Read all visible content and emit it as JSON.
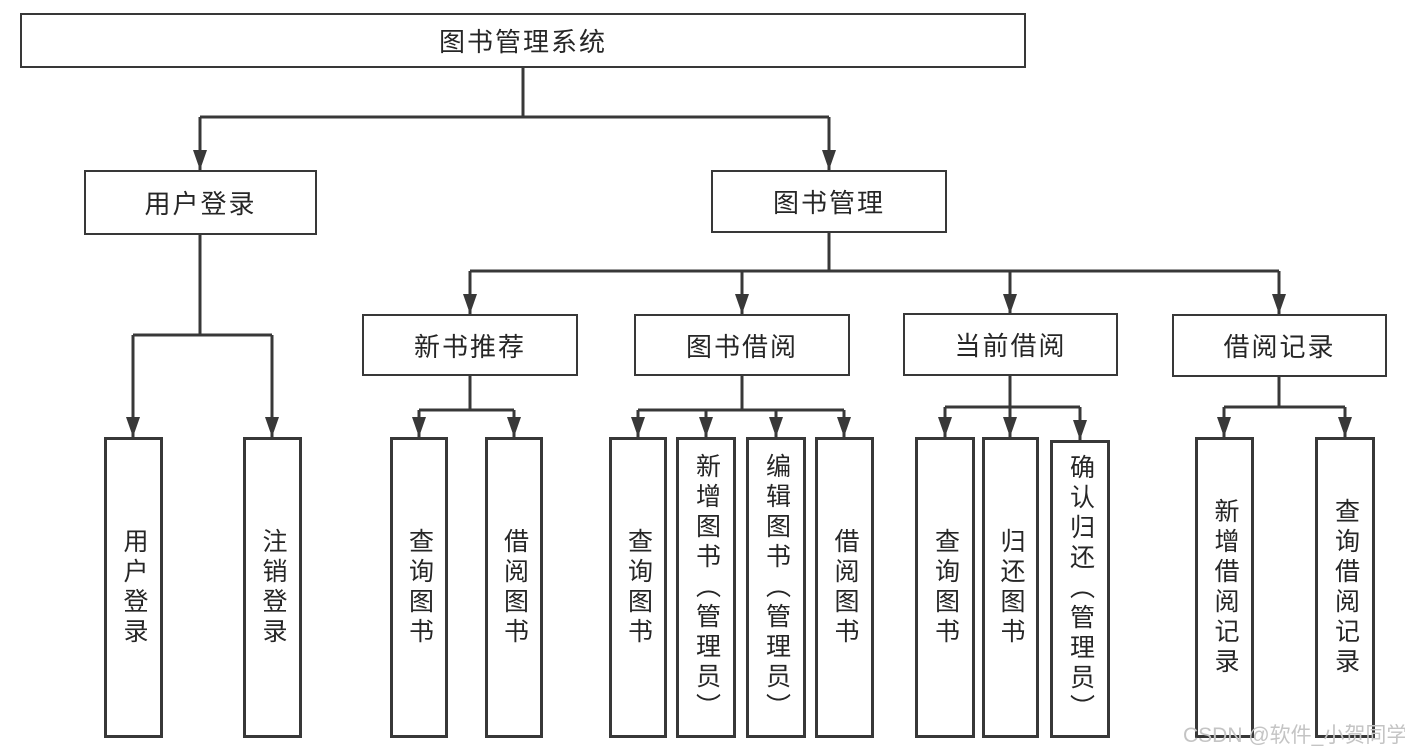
{
  "diagram": {
    "root": "图书管理系统",
    "user_login": {
      "label": "用户登录",
      "children": {
        "login": "用户登录",
        "logout": "注销登录"
      }
    },
    "book_mgmt": {
      "label": "图书管理",
      "new_books": {
        "label": "新书推荐",
        "children": {
          "query": "查询图书",
          "borrow": "借阅图书"
        }
      },
      "book_borrow": {
        "label": "图书借阅",
        "children": {
          "query": "查询图书",
          "add": "新增图书（管理员）",
          "edit": "编辑图书（管理员）",
          "borrow": "借阅图书"
        }
      },
      "current_borrow": {
        "label": "当前借阅",
        "children": {
          "query": "查询图书",
          "return": "归还图书",
          "confirm": "确认归还（管理员）"
        }
      },
      "borrow_records": {
        "label": "借阅记录",
        "children": {
          "add": "新增借阅记录",
          "query": "查询借阅记录"
        }
      }
    }
  },
  "watermark": "CSDN @软件_小贺同学",
  "colors": {
    "line": "#383838",
    "text": "#262626",
    "watermark": "#c4c4c4",
    "background": "#ffffff"
  }
}
